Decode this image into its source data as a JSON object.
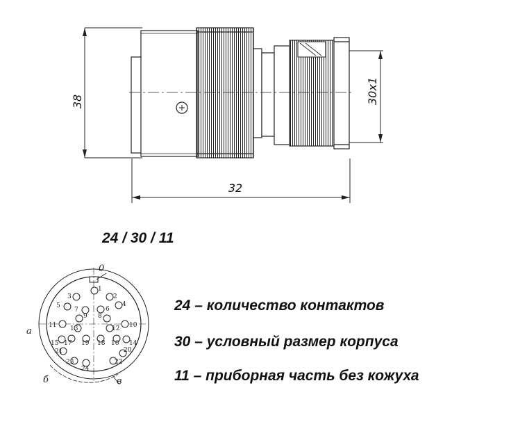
{
  "dimensions": {
    "height": "38",
    "length": "32",
    "thread": "30x1"
  },
  "code": "24 / 30 / 11",
  "legend": [
    "24 – количество контактов",
    "30 – условный размер корпуса",
    "11 – приборная часть без кожуха"
  ],
  "pin_view": {
    "labels": {
      "a": "а",
      "b": "б",
      "v": "в",
      "o": "0"
    },
    "pins": [
      "1",
      "2",
      "3",
      "4",
      "5",
      "6",
      "7",
      "8",
      "9",
      "10",
      "11",
      "12",
      "13",
      "14",
      "15",
      "16",
      "17",
      "18",
      "19",
      "20",
      "21",
      "22",
      "23",
      "24"
    ]
  }
}
